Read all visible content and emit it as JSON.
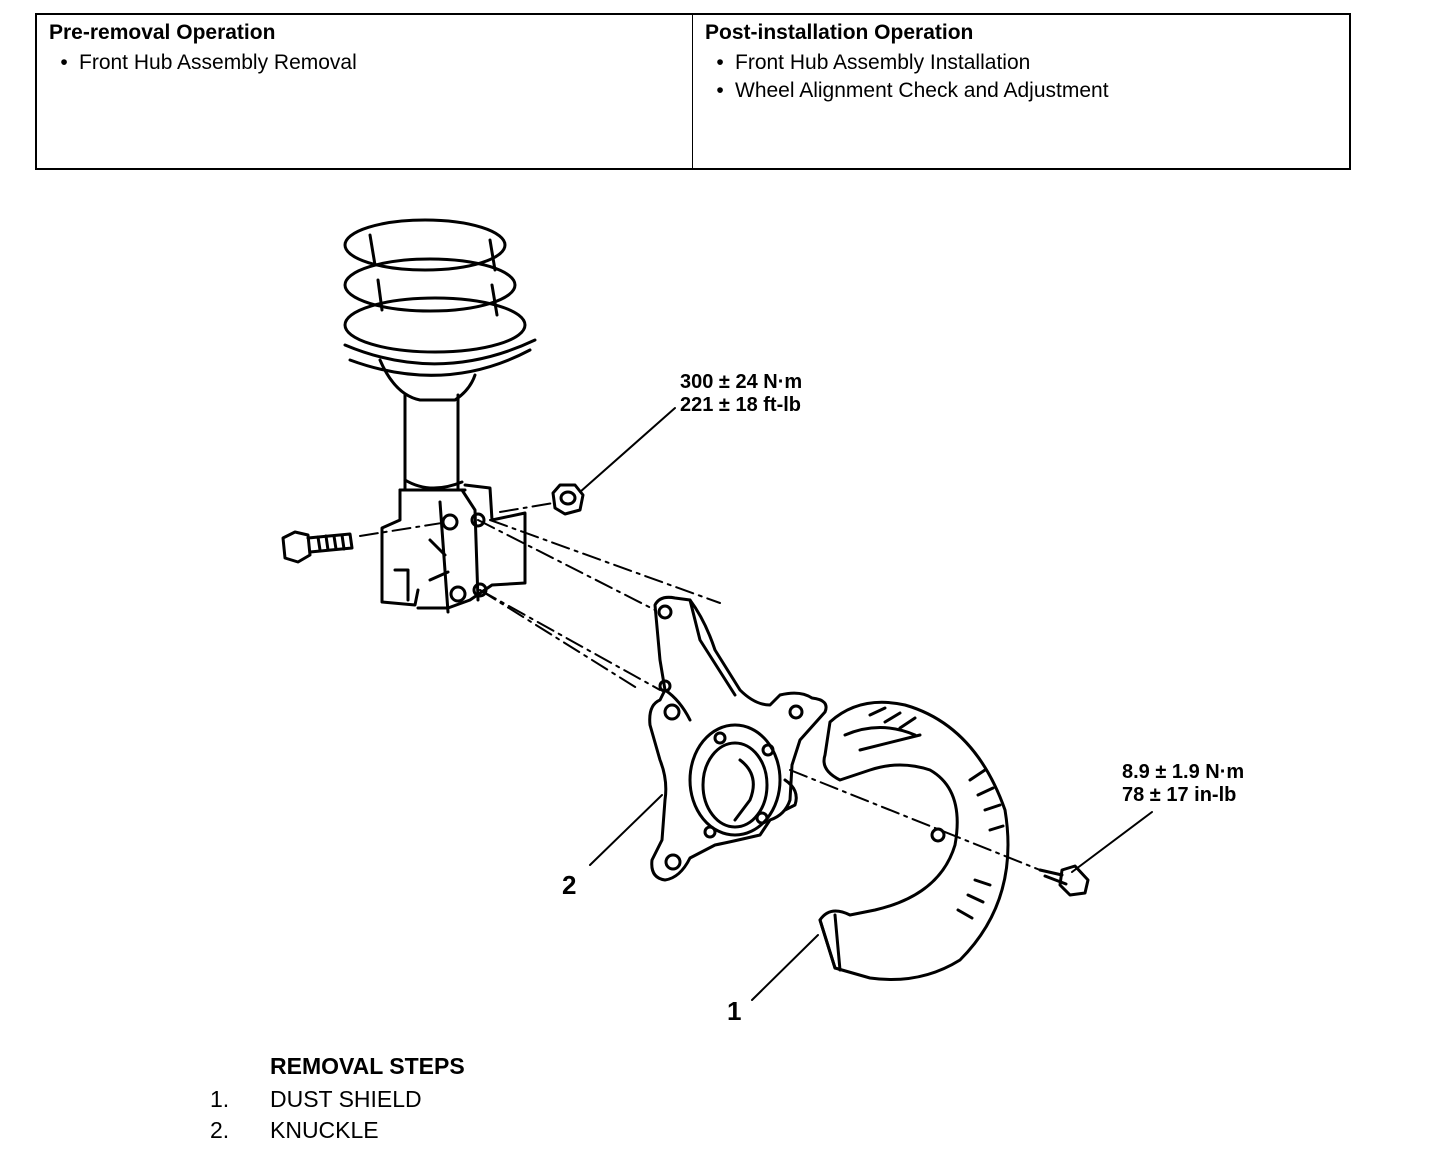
{
  "operations": {
    "pre_removal": {
      "title": "Pre-removal Operation",
      "items": [
        "Front Hub Assembly Removal"
      ]
    },
    "post_installation": {
      "title": "Post-installation Operation",
      "items": [
        "Front Hub Assembly Installation",
        "Wheel Alignment Check and Adjustment"
      ]
    },
    "bullet": "•"
  },
  "torque_specs": {
    "strut_bolt": {
      "metric": "300 ± 24 N·m",
      "imperial": "221 ± 18 ft-lb"
    },
    "dust_shield_bolt": {
      "metric": "8.9 ± 1.9 N·m",
      "imperial": "78 ± 17 in-lb"
    }
  },
  "callouts": {
    "dust_shield": "1",
    "knuckle": "2"
  },
  "removal_steps": {
    "title": "REMOVAL STEPS",
    "steps": [
      {
        "num": "1.",
        "label": "DUST SHIELD"
      },
      {
        "num": "2.",
        "label": "KNUCKLE"
      }
    ]
  }
}
